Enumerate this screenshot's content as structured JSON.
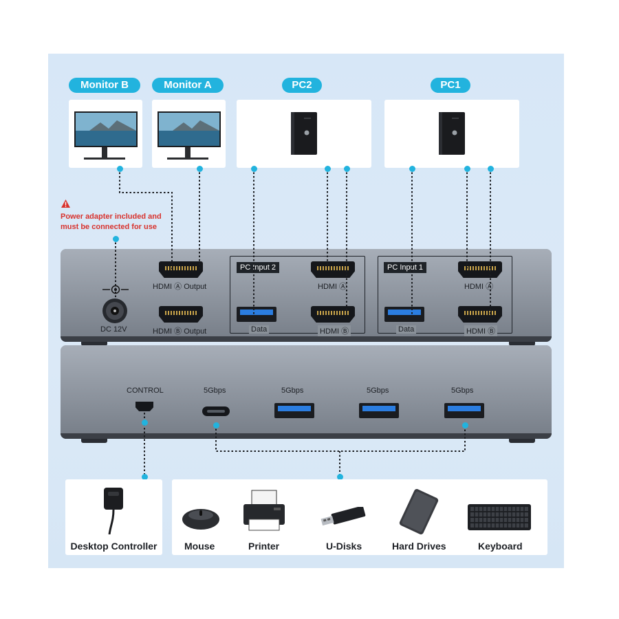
{
  "colors": {
    "accent": "#22b3de",
    "warning": "#d8322d",
    "usb_blue": "#2b7de0"
  },
  "top_devices": [
    {
      "label": "Monitor B",
      "icon": "monitor-icon"
    },
    {
      "label": "Monitor A",
      "icon": "monitor-icon"
    },
    {
      "label": "PC2",
      "icon": "pc-tower-icon"
    },
    {
      "label": "PC1",
      "icon": "pc-tower-icon"
    }
  ],
  "warning": {
    "line1": "Power adapter included and",
    "line2": "must be connected for use"
  },
  "switch_top": {
    "dc_label": "DC 12V",
    "out_a_label": "HDMI Ⓐ Output",
    "out_b_label": "HDMI Ⓑ Output",
    "input2": {
      "tag": "PC Input 2",
      "hdmi_a": "HDMI Ⓐ",
      "hdmi_b": "HDMI Ⓑ",
      "data": "Data"
    },
    "input1": {
      "tag": "PC Input 1",
      "hdmi_a": "HDMI Ⓐ",
      "hdmi_b": "HDMI Ⓑ",
      "data": "Data"
    }
  },
  "switch_bottom": {
    "control_label": "CONTROL",
    "port_labels": [
      "5Gbps",
      "5Gbps",
      "5Gbps",
      "5Gbps"
    ]
  },
  "bottom_devices": [
    {
      "label": "Desktop Controller",
      "icon": "controller-icon"
    },
    {
      "label": "Mouse",
      "icon": "mouse-icon"
    },
    {
      "label": "Printer",
      "icon": "printer-icon"
    },
    {
      "label": "U-Disks",
      "icon": "usb-drive-icon"
    },
    {
      "label": "Hard Drives",
      "icon": "hard-drive-icon"
    },
    {
      "label": "Keyboard",
      "icon": "keyboard-icon"
    }
  ]
}
